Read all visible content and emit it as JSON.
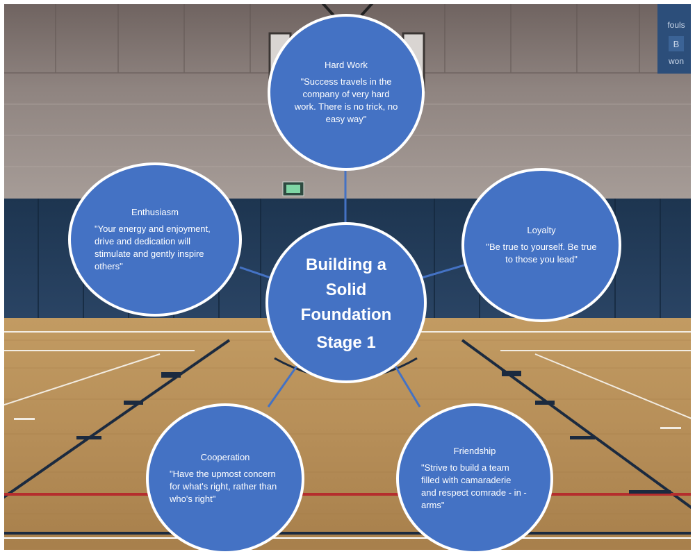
{
  "scene": {
    "scoreboard_text_1": "fouls",
    "scoreboard_text_2": "won",
    "scoreboard_letter": "B"
  },
  "diagram": {
    "center": {
      "title": "Building a Solid Foundation",
      "subtitle": "Stage 1"
    },
    "nodes": {
      "hard_work": {
        "title": "Hard Work",
        "quote": "\"Success travels in the company of very hard work. There is no trick, no easy way\""
      },
      "loyalty": {
        "title": "Loyalty",
        "quote": "\"Be true to yourself. Be true to those you lead\""
      },
      "enthusiasm": {
        "title": "Enthusiasm",
        "quote": "\"Your energy and enjoyment, drive and dedication will stimulate and gently inspire others\""
      },
      "cooperation": {
        "title": "Cooperation",
        "quote": "\"Have the upmost concern for what's right, rather than who's right\""
      },
      "friendship": {
        "title": "Friendship",
        "quote": "\"Strive to build a team filled with camaraderie and respect comrade - in - arms\""
      }
    },
    "colors": {
      "node_fill": "#4472c4",
      "node_border": "#ffffff",
      "connector": "#4472c4"
    }
  }
}
